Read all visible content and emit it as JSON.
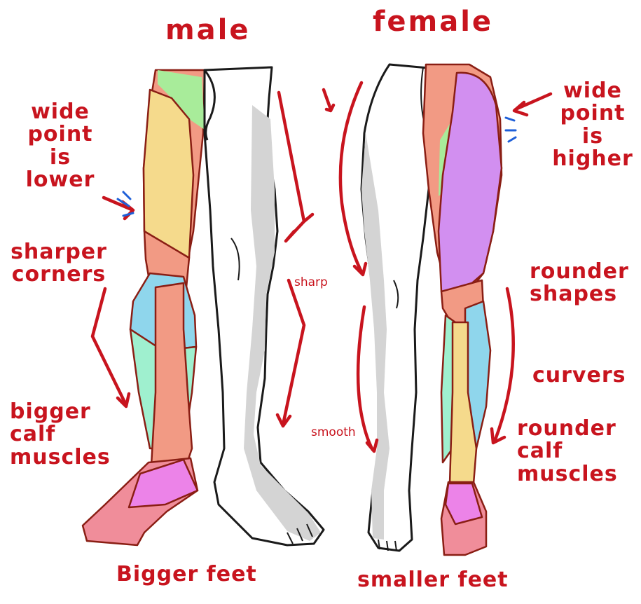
{
  "titles": {
    "male": "male",
    "female": "female"
  },
  "male_notes": {
    "wide_point": "wide\npoint\nis\nlower",
    "corners": "sharper\ncorners",
    "calf": "bigger\ncalf\nmuscles",
    "feet": "Bigger feet",
    "sharp": "sharp"
  },
  "female_notes": {
    "wide_point": "wide\npoint\nis\nhigher",
    "shapes": "rounder\nshapes",
    "curves": "curvers",
    "calf": "rounder\ncalf\nmuscles",
    "feet": "smaller feet",
    "smooth": "smooth"
  },
  "colors": {
    "ink": "#c8141e",
    "outline": "#1a1a1a",
    "thigh_front": "#f5da8c",
    "thigh_outer": "#f29a84",
    "hip_green": "#a8ec9a",
    "knee": "#f29a84",
    "calf_blue": "#8fd6ec",
    "calf_mint": "#9ff0cf",
    "shin": "#f29a84",
    "foot_pink": "#f08d9a",
    "foot_magenta": "#ec83e8",
    "female_thigh": "#d28ff0",
    "shadow_grey": "#d4d4d4",
    "accent_blue": "#1e5fd8"
  }
}
